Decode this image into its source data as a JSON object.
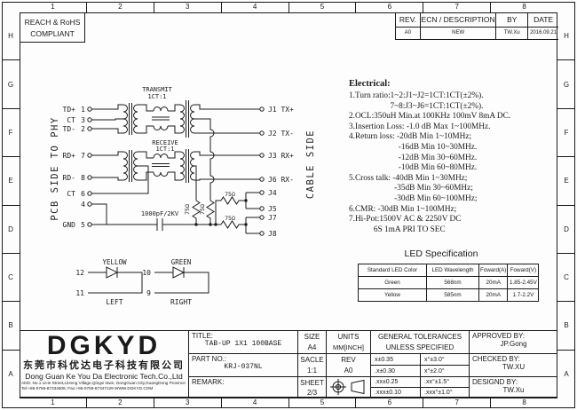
{
  "sheet": {
    "cols": [
      "1",
      "2",
      "3",
      "4",
      "5",
      "6",
      "7",
      "8"
    ],
    "rows": [
      "H",
      "G",
      "F",
      "E",
      "D",
      "C",
      "B",
      "A"
    ],
    "compliance_line1": "REACH & RoHS",
    "compliance_line2": "COMPLIANT"
  },
  "rev_table": {
    "h_rev": "REV.",
    "h_ecn": "ECN / DESCRIPTION",
    "h_by": "BY",
    "h_date": "DATE",
    "r_rev": "A0",
    "r_ecn": "NEW",
    "r_by": "TW.Xu",
    "r_date": "2016.09.21"
  },
  "schematic": {
    "left_side_label": "PCB SIDE TO PHY",
    "right_side_label": "CABLE SIDE",
    "transmit_label": "TRANSMIT",
    "transmit_ratio": "1CT:1",
    "receive_label": "RECEIVE",
    "receive_ratio": "1CT:1",
    "pins_left": [
      {
        "name": "TD+",
        "num": "1"
      },
      {
        "name": "CT",
        "num": "3"
      },
      {
        "name": "TD-",
        "num": "2"
      },
      {
        "name": "RD+",
        "num": "7"
      },
      {
        "name": "RD-",
        "num": "8"
      },
      {
        "name": "CT",
        "num": "6"
      },
      {
        "name": "",
        "num": "4"
      },
      {
        "name": "GND",
        "num": "5"
      }
    ],
    "pins_right": [
      "J1 TX+",
      "J2 TX-",
      "J3 RX+",
      "J6 RX-",
      "J4",
      "J5",
      "J7",
      "J8"
    ],
    "cap_label": "1000pF/2KV",
    "resistor_labels": [
      "75Ω",
      "75Ω",
      "75Ω",
      "75Ω"
    ],
    "led_left": {
      "color": "YELLOW",
      "pin_top": "12",
      "pin_bottom": "11",
      "position": "LEFT"
    },
    "led_right": {
      "color": "GREEN",
      "pin_top": "10",
      "pin_bottom": "9",
      "position": "RIGHT"
    }
  },
  "electrical": {
    "heading": "Electrical:",
    "lines": [
      "1.Turn ratio:1~2:J1~J2=1CT:1CT(±2%).",
      "                    7~8:J3~J6=1CT:1CT(±2%).",
      "2.OCL:350uH Min.at 100KHz 100mV 8mA DC.",
      "3.Insertion Loss: -1.0 dB Max 1~100MHz.",
      "4.Return loss: -20dB Min 1~10MHz;",
      "                        -16dB Min 10~30MHz.",
      "                        -12dB Min 30~60MHz.",
      "                        -10dB Min 60~80MHz.",
      "5.Cross talk: -40dB Min 1~30MHz;",
      "                      -35dB Min 30~60MHz;",
      "                      -30dB Min 60~100MHz;",
      "6.CMR: -30dB Min 1~100MHz;",
      "7.Hi-Pot:1500V AC & 2250V DC",
      "            6S 1mA PRI TO SEC"
    ]
  },
  "led_spec": {
    "title": "LED Specification",
    "headers": [
      "Standard LED Color",
      "LED Wavelength",
      "Foward(A)",
      "Foward(V)"
    ],
    "rows": [
      [
        "Green",
        "568nm",
        "20mA",
        "1.85-2.45V"
      ],
      [
        "Yellow",
        "585nm",
        "20mA",
        "1.7-2.2V"
      ]
    ]
  },
  "title_block": {
    "company": {
      "logo": "DGKYD",
      "name_cn": "东莞市科优达电子科技有限公司",
      "name_en": "Dong Guan Ke You Da Electronic Tech.Co.,Ltd",
      "address": "ADD: No.1 LiHe Street,LiHeng Village,Qingxi town, DongGuan City,GuangDong Province",
      "contact": "Tel:+86-0769-87334605; Fax:+86-0769-87347129  WWW.DGKYD.COM"
    },
    "title_label": "TITLE:",
    "title_value": "TAB-UP 1X1 100BASE",
    "part_label": "PART NO.:",
    "part_value": "KRJ-037NL",
    "remark_label": "REMARK:",
    "size_label": "SIZE",
    "size_value": "A4",
    "scale_label": "SACLE",
    "scale_value": "1:1",
    "sheet_label": "SHEET",
    "sheet_value": "2/3",
    "units_label": "UNITS",
    "units_value": "MM[INCH]",
    "rev_label": "REV",
    "rev_value": "A0",
    "tol_header1": "GENERAL TOLERANCES",
    "tol_header2": "UNLESS SPECIFIED",
    "tolerances": [
      [
        "x±0.35",
        "x°±3.0°"
      ],
      [
        ".x±0.30",
        "x°±2.0°"
      ],
      [
        ".xx±0.25",
        ".xx°±1.5°"
      ],
      [
        ".xxx±0.10",
        ".xxx°±1.0°"
      ]
    ],
    "approved_label": "APPROVED BY:",
    "approved_value": "JP.Gong",
    "checked_label": "CHECKED BY:",
    "checked_value": "TW.XU",
    "designed_label": "DESIGND BY:",
    "designed_value": "TW.Xu"
  }
}
